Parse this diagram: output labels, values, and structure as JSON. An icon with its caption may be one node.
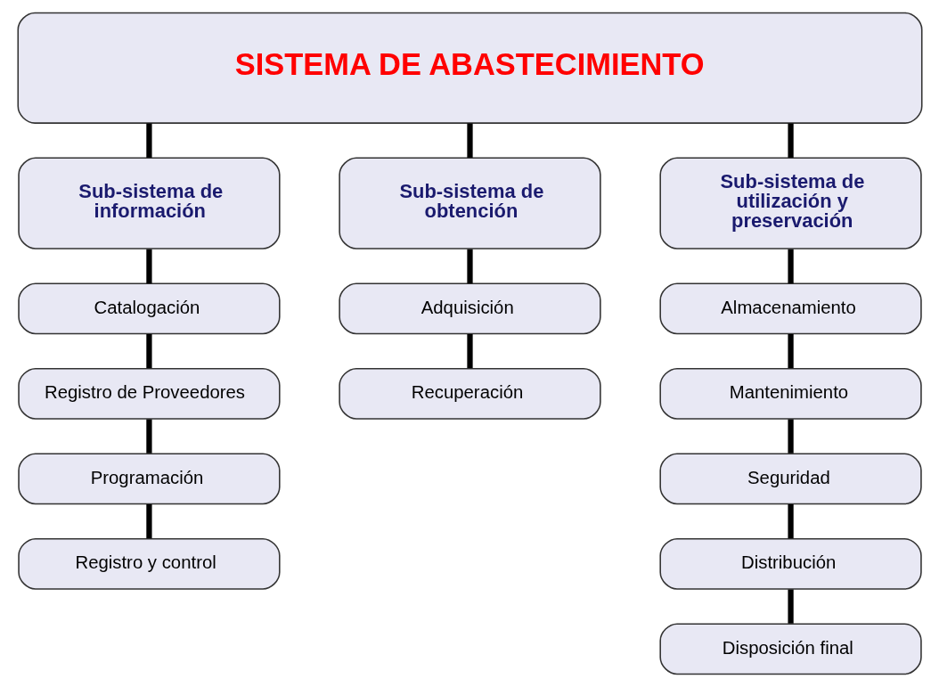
{
  "diagram": {
    "nodes": [
      {
        "text": [
          "SISTEMA DE ABASTECIMIENTO"
        ]
      },
      {
        "text": [
          "Sub-sistema de información"
        ]
      },
      {
        "text": [
          "Sub-sistema de obtención"
        ]
      },
      {
        "text": [
          "Sub-sistema de utilización y preservación"
        ]
      },
      {
        "text": [
          "Catalogación"
        ]
      },
      {
        "text": [
          "Registro de Proveedores"
        ]
      },
      {
        "text": [
          "Programación"
        ]
      },
      {
        "text": [
          "Registro y control"
        ]
      },
      {
        "text": [
          "Adquisición"
        ]
      },
      {
        "text": [
          "Recuperación"
        ]
      },
      {
        "text": [
          "Almacenamiento"
        ]
      },
      {
        "text": [
          "Mantenimiento"
        ]
      },
      {
        "text": [
          "Seguridad"
        ]
      },
      {
        "text": [
          "Distribución"
        ]
      },
      {
        "text": [
          "Disposición final"
        ]
      }
    ],
    "edges": [
      {
        "from": 0,
        "to": 1,
        "arrow": "none"
      },
      {
        "from": 0,
        "to": 2,
        "arrow": "none"
      },
      {
        "from": 0,
        "to": 3,
        "arrow": "none"
      },
      {
        "from": 1,
        "to": 4,
        "arrow": "none"
      },
      {
        "from": 4,
        "to": 5,
        "arrow": "none"
      },
      {
        "from": 5,
        "to": 6,
        "arrow": "none"
      },
      {
        "from": 6,
        "to": 7,
        "arrow": "none"
      },
      {
        "from": 2,
        "to": 8,
        "arrow": "none"
      },
      {
        "from": 8,
        "to": 9,
        "arrow": "none"
      },
      {
        "from": 3,
        "to": 10,
        "arrow": "none"
      },
      {
        "from": 10,
        "to": 11,
        "arrow": "none"
      },
      {
        "from": 11,
        "to": 12,
        "arrow": "none"
      },
      {
        "from": 12,
        "to": 13,
        "arrow": "none"
      },
      {
        "from": 13,
        "to": 14,
        "arrow": "none"
      }
    ]
  }
}
